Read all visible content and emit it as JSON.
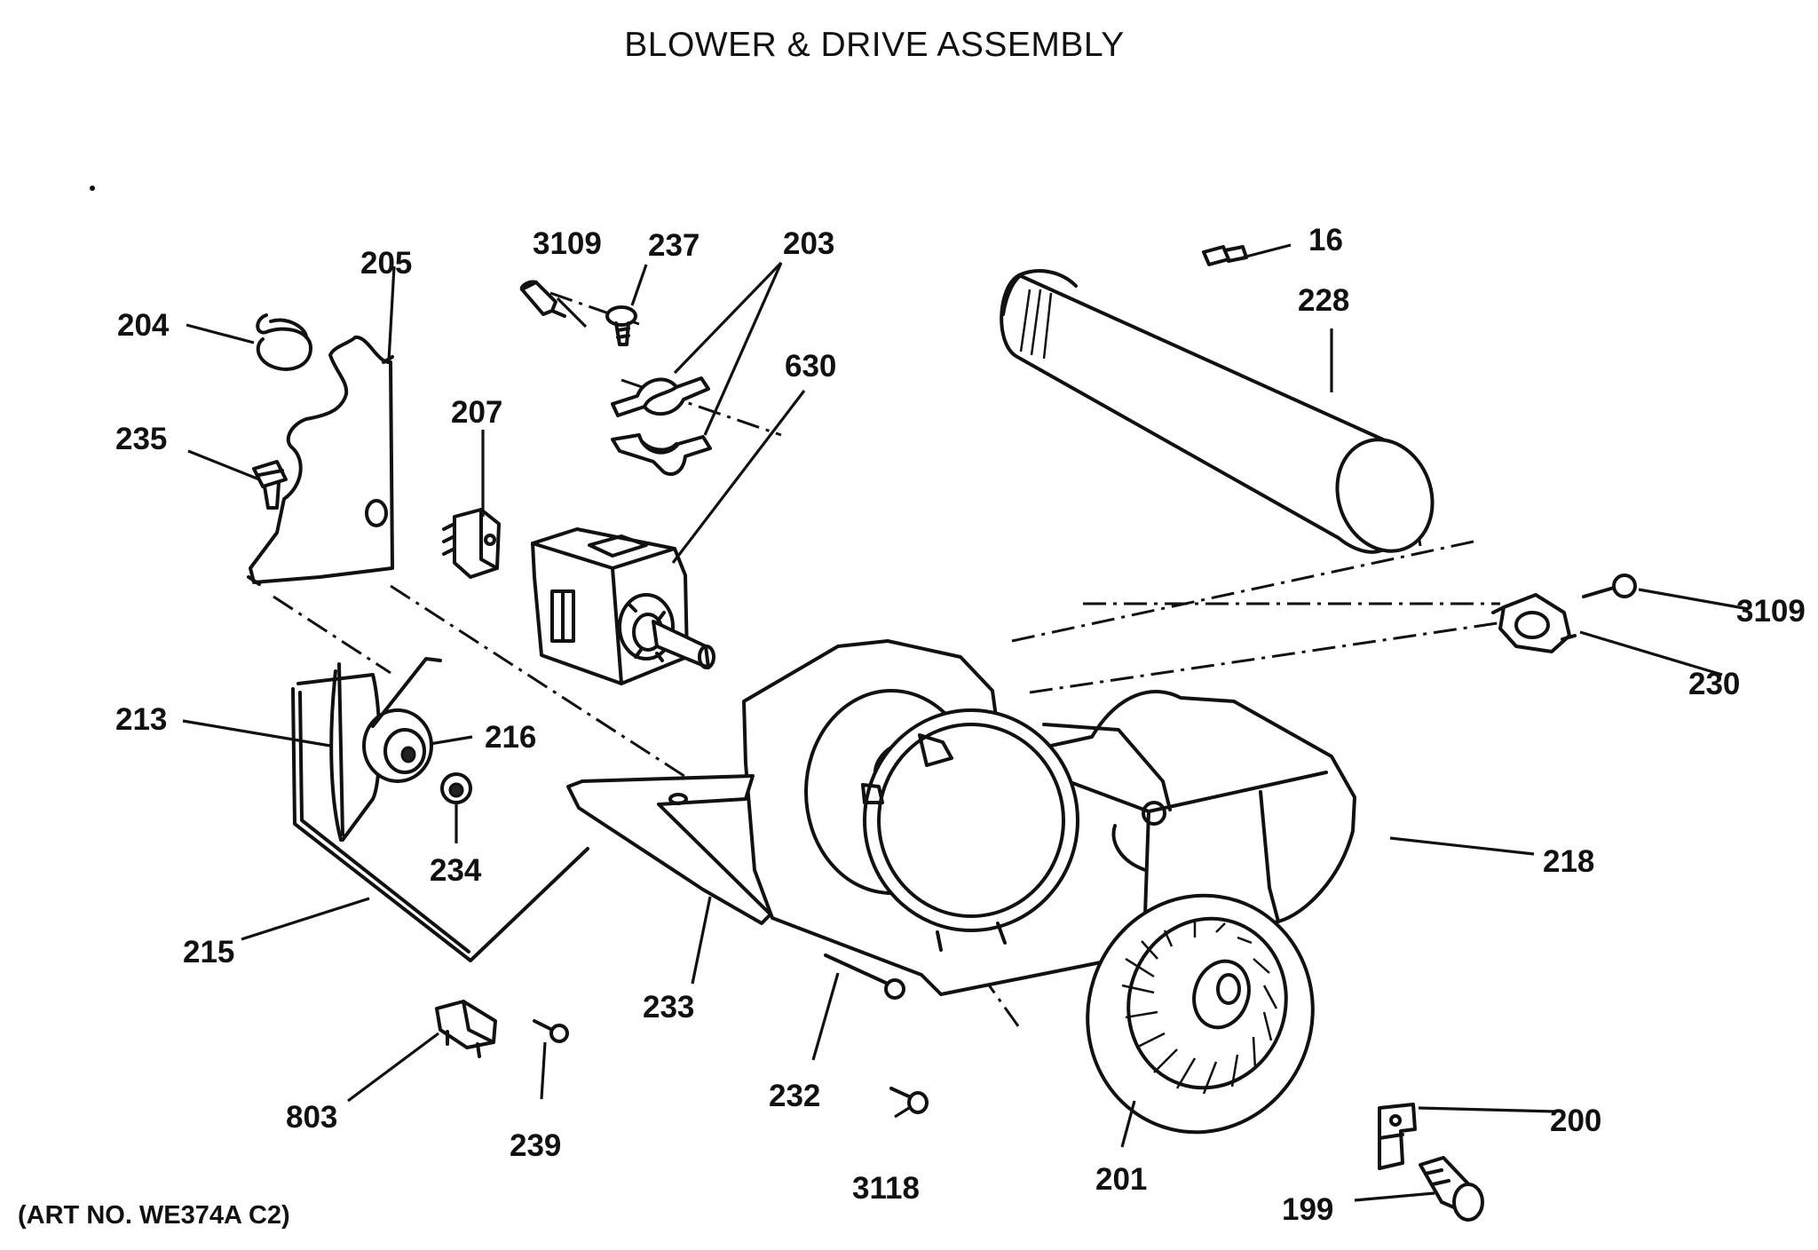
{
  "diagram": {
    "title": "BLOWER & DRIVE ASSEMBLY",
    "art_number": "(ART NO. WE374A C2)"
  },
  "callouts": {
    "c16": "16",
    "c199": "199",
    "c200": "200",
    "c201": "201",
    "c203": "203",
    "c204": "204",
    "c205": "205",
    "c207": "207",
    "c213": "213",
    "c215": "215",
    "c216": "216",
    "c218": "218",
    "c228": "228",
    "c230": "230",
    "c232": "232",
    "c233": "233",
    "c234": "234",
    "c235": "235",
    "c237": "237",
    "c239": "239",
    "c630": "630",
    "c803": "803",
    "c3109_top": "3109",
    "c3109_right": "3109",
    "c3118": "3118"
  }
}
